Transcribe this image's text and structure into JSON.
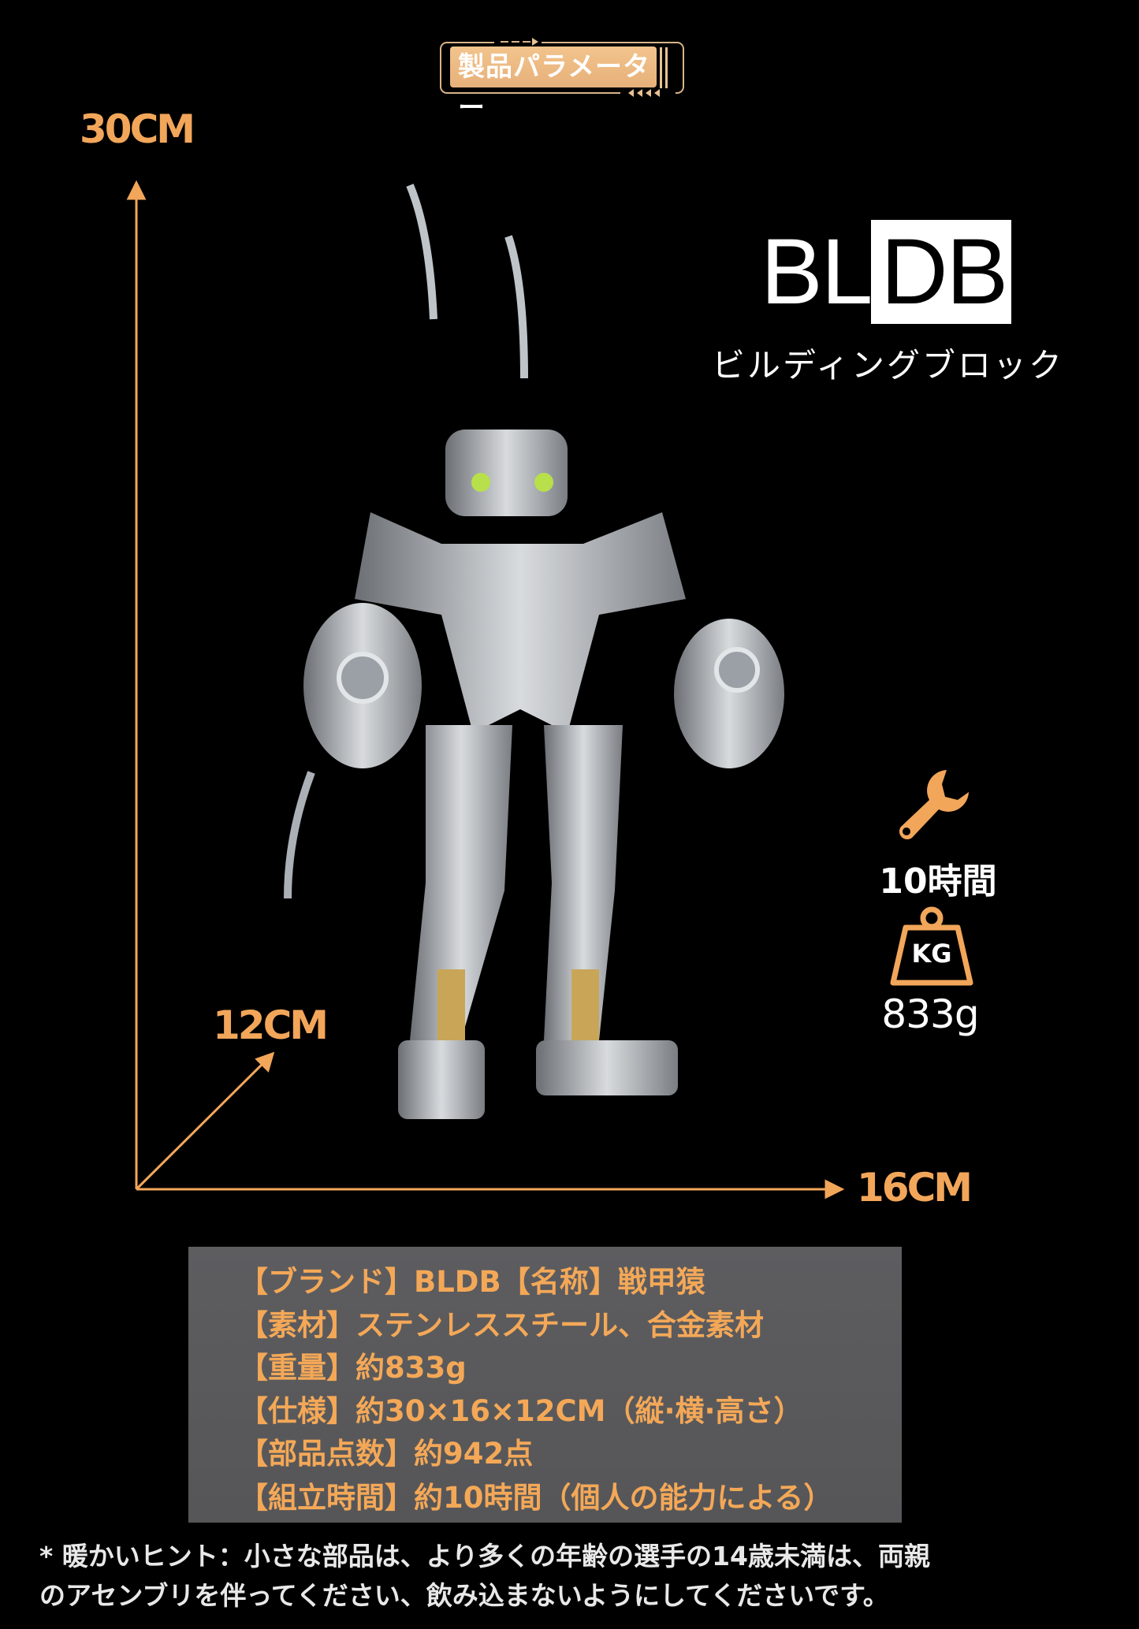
{
  "header": {
    "badge_label": "製品パラメーター"
  },
  "dimensions": {
    "height": "30CM",
    "width": "16CM",
    "depth": "12CM"
  },
  "brand": {
    "logo_left": "BL",
    "logo_right": "DB",
    "subtitle": "ビルディングブロック"
  },
  "stats": {
    "assembly_time": "10時間",
    "weight": "833g",
    "weight_icon_label": "KG"
  },
  "specs": [
    "【ブランド】BLDB【名称】戦甲猿",
    "【素材】ステンレススチール、合金素材",
    "【重量】約833g",
    "【仕様】約30×16×12CM（縦·横·高さ）",
    "【部品点数】約942点",
    "【組立時間】約10時間（個人の能力による）"
  ],
  "notice": [
    "* 暖かいヒント：小さな部品は、より多くの年齢の選手の14歳未満は、両親",
    "のアセンブリを伴ってください、飲み込まないようにしてくださいです。"
  ],
  "colors": {
    "accent": "#f2a65a",
    "box": "#5a5a5c"
  }
}
